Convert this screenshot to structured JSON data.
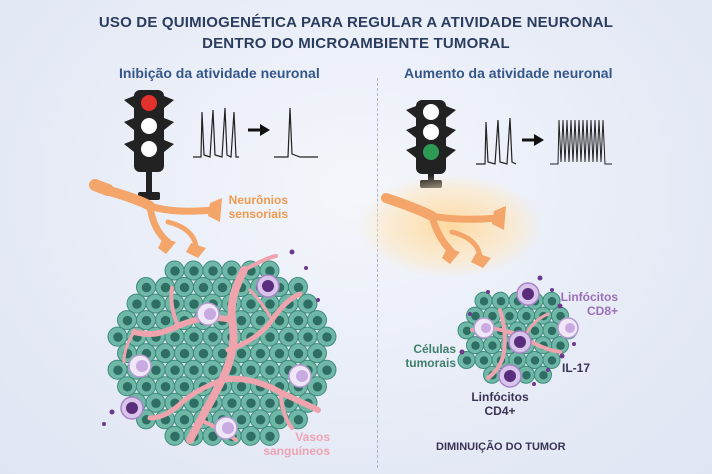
{
  "title": {
    "line1": "USO DE QUIMIOGENÉTICA PARA REGULAR A ATIVIDADE NEURONAL",
    "line2": "DENTRO DO MICROAMBIENTE TUMORAL"
  },
  "left_panel": {
    "heading": "Inibição da atividade neuronal",
    "neurons_label_1": "Neurônios",
    "neurons_label_2": "sensoriais",
    "vessels_label_1": "Vasos",
    "vessels_label_2": "sanguíneos",
    "traffic_light_active": "red"
  },
  "right_panel": {
    "heading": "Aumento da atividade neuronal",
    "cd8_label_1": "Linfócitos",
    "cd8_label_2": "CD8+",
    "tumor_label_1": "Células",
    "tumor_label_2": "tumorais",
    "il17_label": "IL-17",
    "cd4_label_1": "Linfócitos",
    "cd4_label_2": "CD4+",
    "result_label": "DIMINUIÇÃO DO TUMOR",
    "traffic_light_active": "green"
  },
  "colors": {
    "title": "#2b3d5e",
    "heading": "#35568a",
    "neuron": "#f3a56a",
    "tumor_cell": "#6fb8a8",
    "tumor_nucleus": "#2f6e63",
    "vessel": "#eea3ad",
    "lymphocyte": "#b48ccc"
  }
}
